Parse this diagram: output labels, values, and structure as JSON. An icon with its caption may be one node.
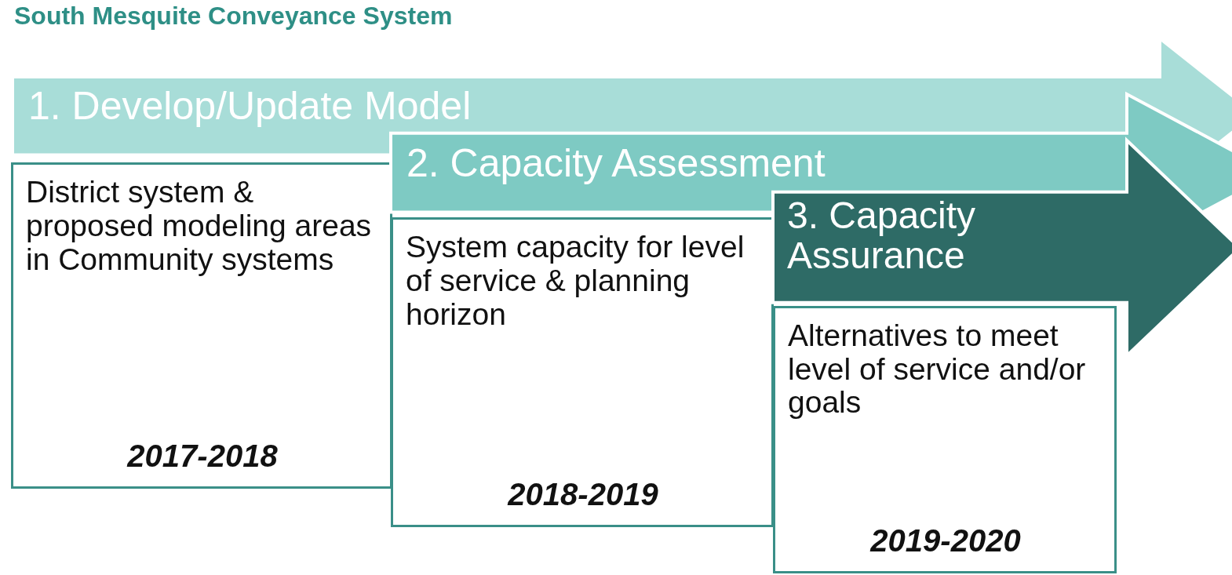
{
  "diagram": {
    "title": "South Mesquite Conveyance System",
    "nodes": [
      {
        "text": [
          "1. Develop/Update Model"
        ]
      },
      {
        "text": [
          "District system & proposed modeling areas in Community systems",
          "2017-2018"
        ]
      },
      {
        "text": [
          "2. Capacity Assessment"
        ]
      },
      {
        "text": [
          "System capacity for level of service & planning horizon",
          "2018-2019"
        ]
      },
      {
        "text": [
          "3. Capacity Assurance"
        ]
      },
      {
        "text": [
          "Alternatives to meet level of service and/or goals",
          "2019-2020"
        ]
      }
    ]
  }
}
